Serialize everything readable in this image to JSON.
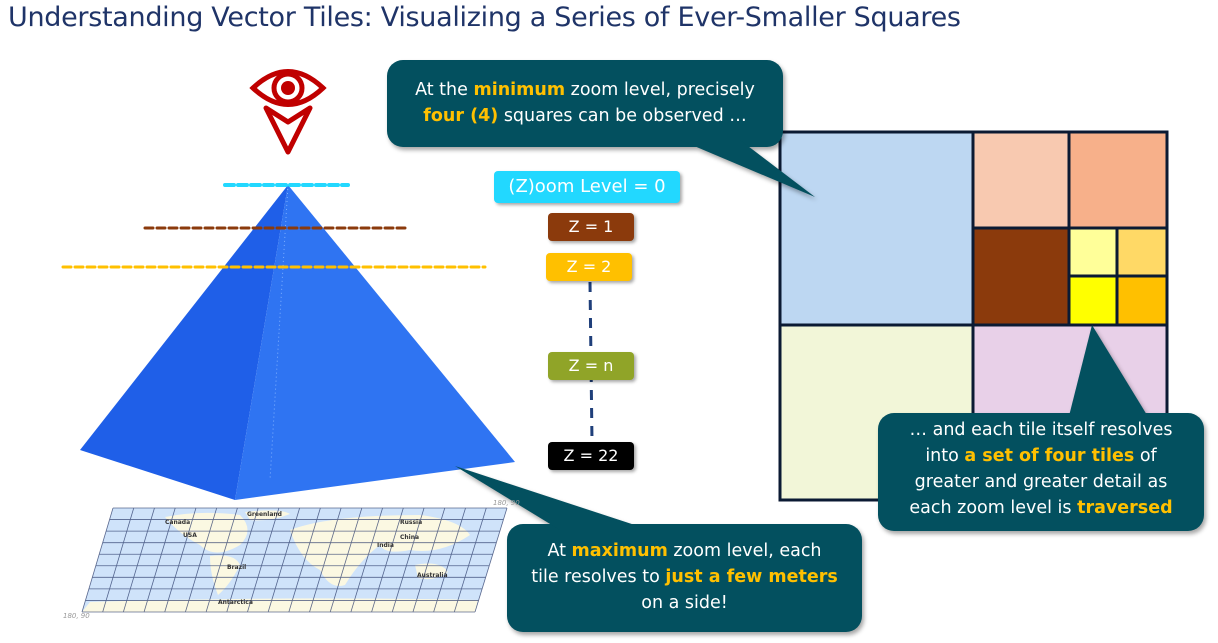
{
  "title": "Understanding Vector Tiles: Visualizing a Series of Ever-Smaller Squares",
  "zoom_levels": {
    "z0": "(Z)oom Level = 0",
    "z1": "Z = 1",
    "z2": "Z = 2",
    "zn": "Z = n",
    "z22": "Z = 22"
  },
  "colors": {
    "callout": "#03505f",
    "highlight": "#ffc000",
    "pyramid": "#2a6df0",
    "z0": "#22d8ff",
    "z1": "#8b3a0c",
    "z2": "#ffc000",
    "zn": "#90a428",
    "z22": "#000000",
    "eye_icon": "#c00000"
  },
  "callout_min": {
    "l1a": "At the ",
    "l1hl": "minimum",
    "l1b": " zoom level, precisely",
    "l2hl": "four (4)",
    "l2b": " squares can be observed …"
  },
  "callout_tiles": {
    "l1": "… and each tile itself resolves",
    "l2a": "into ",
    "l2hl": "a set of four tiles",
    "l2b": " of",
    "l3": "greater and greater detail as",
    "l4a": "each zoom level is ",
    "l4hl": "traversed"
  },
  "callout_max": {
    "l1a": "At ",
    "l1hl": "maximum",
    "l1b": " zoom level, each",
    "l2a": "tile resolves to ",
    "l2hl": "just a few meters",
    "l3": "on a side!"
  },
  "map": {
    "labels": [
      "Canada",
      "USA",
      "Greenland",
      "Russia",
      "China",
      "India",
      "Brazil",
      "Australia",
      "Antarctica"
    ],
    "corner_top_right": "180, 90",
    "corner_bottom_left": "180, 90"
  },
  "icons": {
    "viewer": "eye-icon"
  }
}
